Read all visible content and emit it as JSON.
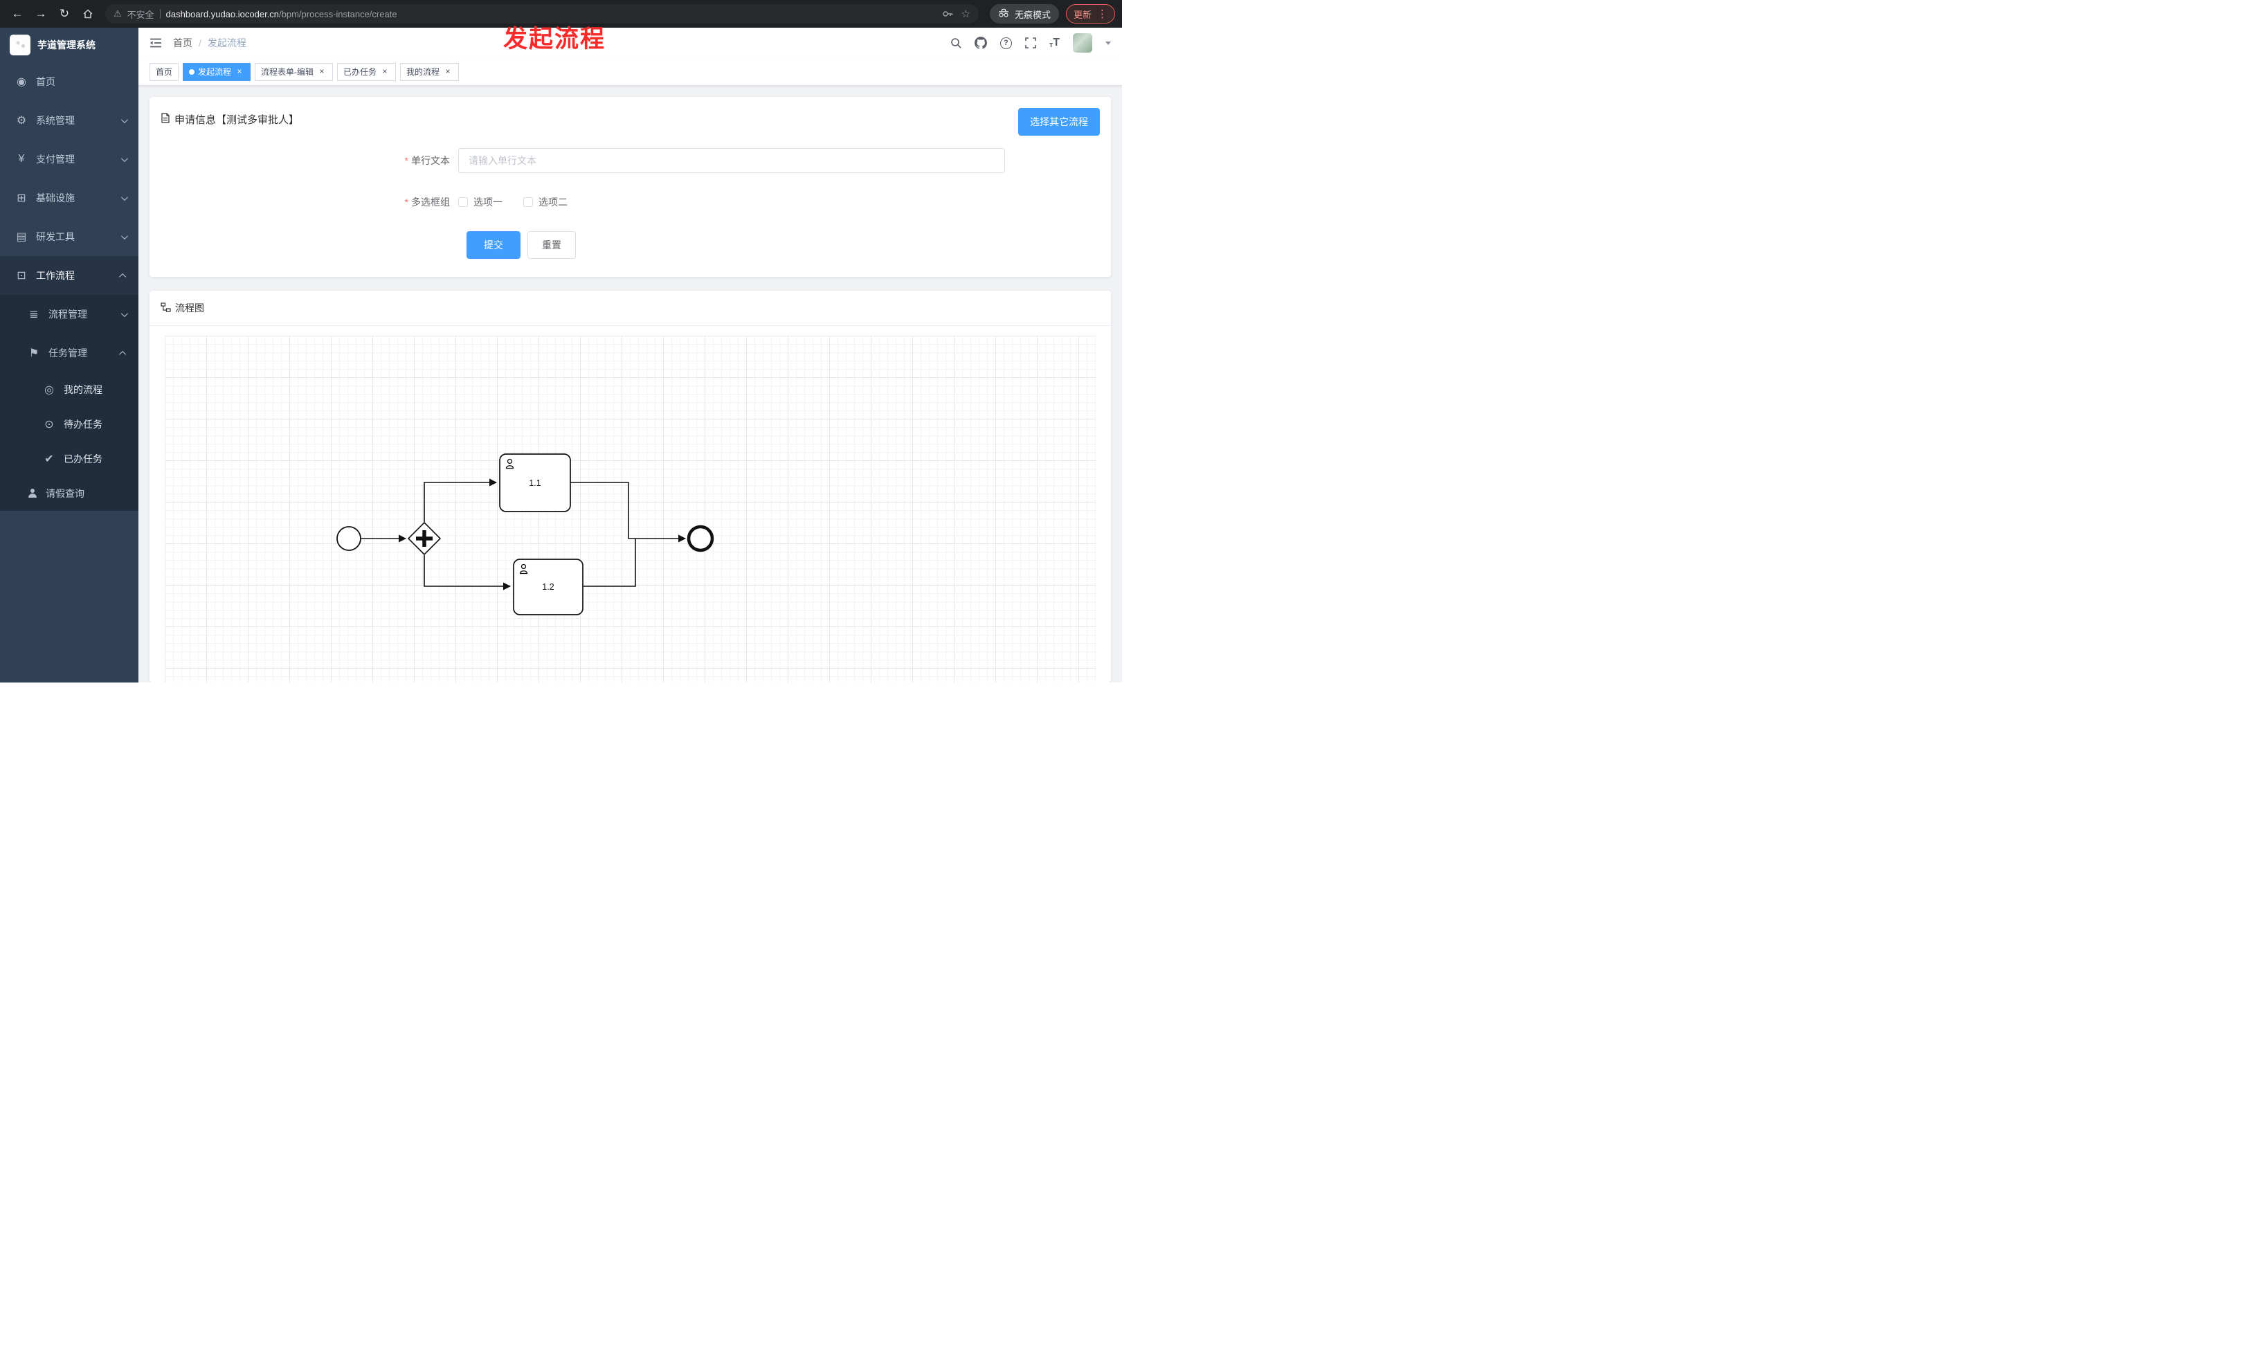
{
  "browser": {
    "security_label": "不安全",
    "url_domain": "dashboard.yudao.iocoder.cn",
    "url_path": "/bpm/process-instance/create",
    "incognito_label": "无痕模式",
    "update_label": "更新"
  },
  "annotation": {
    "text": "发起流程"
  },
  "icons": {
    "back": "←",
    "forward": "→",
    "reload": "↻",
    "warning": "⚠",
    "star": "☆",
    "more": "⋮",
    "close": "×",
    "help": "?",
    "font_small": "т",
    "font_large": "T",
    "dashboard": "◉",
    "gear": "⚙",
    "yen": "¥",
    "infra": "⊞",
    "tools": "▤",
    "workflow": "⊡",
    "process": "≣",
    "task": "⚑",
    "my_process": "◎",
    "todo": "⊙",
    "done": "✔"
  },
  "sidebar": {
    "logo_title": "芋道管理系统",
    "items": [
      {
        "label": "首页"
      },
      {
        "label": "系统管理"
      },
      {
        "label": "支付管理"
      },
      {
        "label": "基础设施"
      },
      {
        "label": "研发工具"
      },
      {
        "label": "工作流程"
      }
    ],
    "submenu": {
      "process_mgmt": "流程管理",
      "task_mgmt": "任务管理",
      "task_children": [
        "我的流程",
        "待办任务",
        "已办任务"
      ],
      "leave_query": "请假查询"
    }
  },
  "header": {
    "breadcrumb_home": "首页",
    "breadcrumb_sep": "/",
    "breadcrumb_current": "发起流程"
  },
  "tabs": [
    {
      "label": "首页",
      "active": false,
      "closable": false
    },
    {
      "label": "发起流程",
      "active": true,
      "closable": true
    },
    {
      "label": "流程表单-编辑",
      "active": false,
      "closable": true
    },
    {
      "label": "已办任务",
      "active": false,
      "closable": true
    },
    {
      "label": "我的流程",
      "active": false,
      "closable": true
    }
  ],
  "form_card": {
    "title": "申请信息【测试多审批人】",
    "select_other": "选择其它流程",
    "field_text": {
      "label": "单行文本",
      "required_mark": "*",
      "placeholder": "请输入单行文本",
      "value": ""
    },
    "field_checkbox": {
      "label": "多选框组",
      "required_mark": "*",
      "options": [
        "选项一",
        "选项二"
      ],
      "checked": [
        false,
        false
      ]
    },
    "submit": "提交",
    "reset": "重置"
  },
  "diagram_card": {
    "title": "流程图",
    "nodes": [
      {
        "id": "start",
        "type": "startEvent",
        "label": ""
      },
      {
        "id": "gateway",
        "type": "parallelGateway",
        "label": ""
      },
      {
        "id": "task-1-1",
        "type": "userTask",
        "label": "1.1"
      },
      {
        "id": "task-1-2",
        "type": "userTask",
        "label": "1.2"
      },
      {
        "id": "end",
        "type": "endEvent",
        "label": ""
      }
    ],
    "edges": [
      {
        "from": "start",
        "to": "gateway"
      },
      {
        "from": "gateway",
        "to": "task-1-1"
      },
      {
        "from": "gateway",
        "to": "task-1-2"
      },
      {
        "from": "task-1-1",
        "to": "end"
      },
      {
        "from": "task-1-2",
        "to": "end"
      }
    ]
  }
}
